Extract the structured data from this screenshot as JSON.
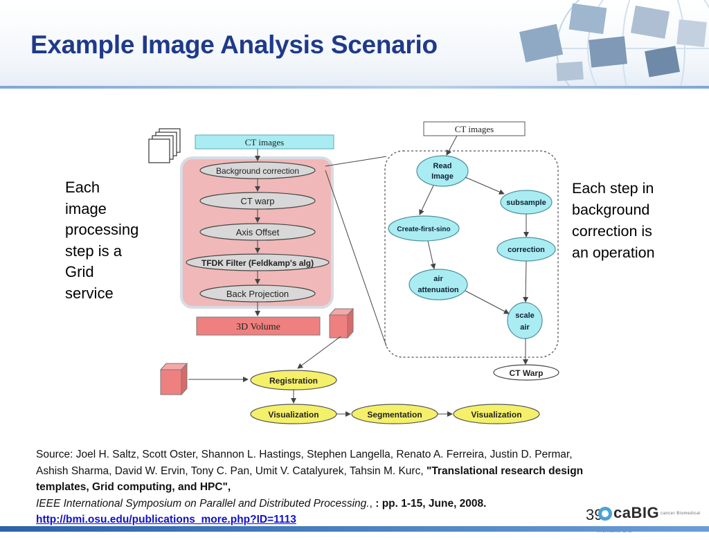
{
  "title": "Example Image Analysis Scenario",
  "left_text": [
    "Each",
    "image",
    "processing",
    "step is a",
    "Grid",
    "service"
  ],
  "right_text": [
    "Each step in",
    "background",
    "correction is",
    "an operation"
  ],
  "diagram": {
    "ct_images_left": "CT images",
    "ct_images_right": "CT images",
    "pipeline": [
      "Background correction",
      "CT warp",
      "Axis Offset",
      "TFDK Filter (Feldkamp's alg)",
      "Back Projection"
    ],
    "volume": "3D Volume",
    "ops": {
      "read_image": [
        "Read",
        "Image"
      ],
      "subsample": "subsample",
      "create_first_sino": "Create-first-sino",
      "correction": "correction",
      "air_attenuation": [
        "air",
        "attenuation"
      ],
      "scale_air": [
        "scale",
        "air"
      ],
      "ct_warp": "CT Warp"
    },
    "yellow": [
      "Registration",
      "Visualization",
      "Segmentation",
      "Visualization"
    ]
  },
  "source": {
    "authors": "Source: Joel H. Saltz, Scott Oster, Shannon L. Hastings, Stephen Langella, Renato A. Ferreira, Justin D. Permar, Ashish Sharma, David W. Ervin, Tony C. Pan, Umit V. Catalyurek, Tahsin M. Kurc,",
    "paper_title": "\"Translational research design templates, Grid computing, and HPC\",",
    "venue": "IEEE International Symposium on Parallel and Distributed Processing.",
    "comma": ",",
    "pages": ": pp. 1-15, June, 2008.",
    "link": "http://bmi.osu.edu/publications_more.php?ID=1113"
  },
  "page_number": "39",
  "logo": {
    "text": "caBIG",
    "sub": "cancer Biomedical Informatics Grid"
  }
}
